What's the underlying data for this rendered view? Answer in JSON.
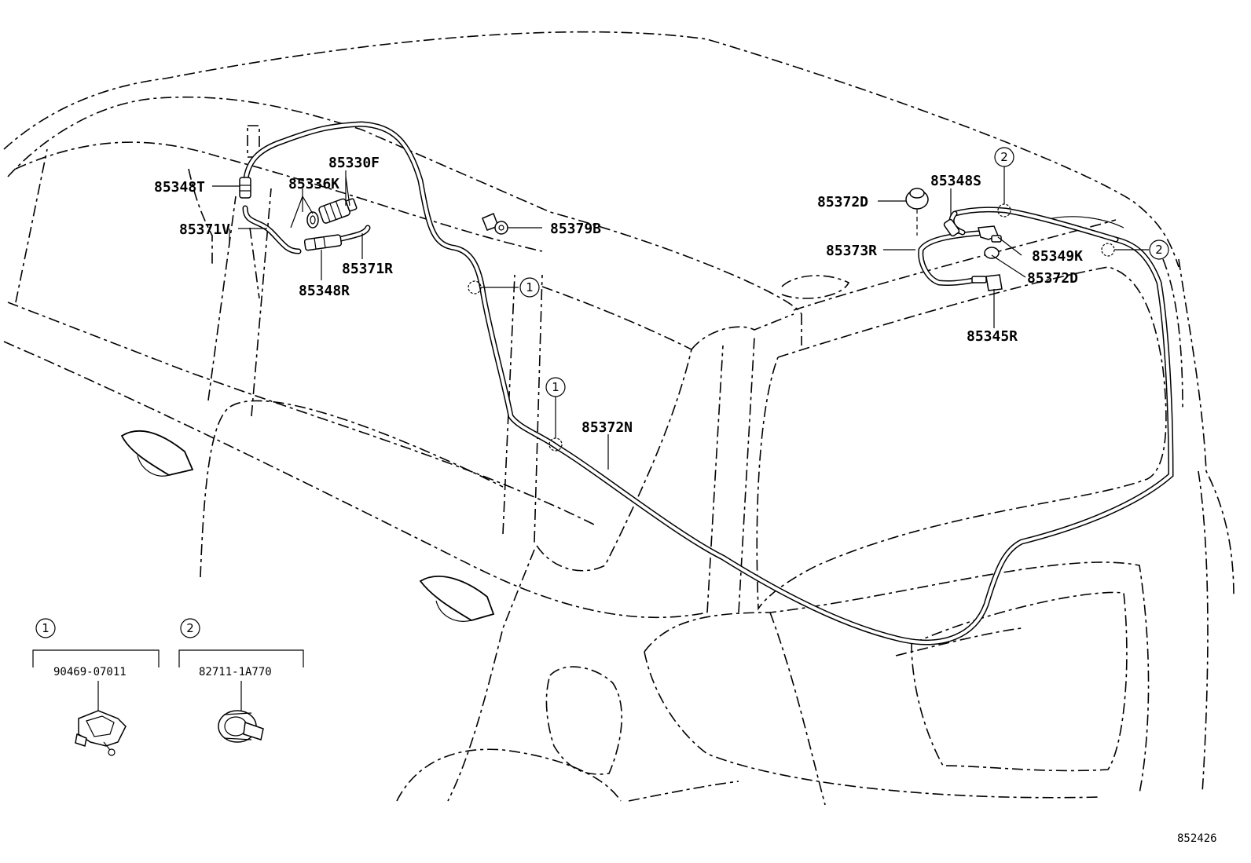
{
  "parts": {
    "p85330F": "85330F",
    "p85348T": "85348T",
    "p85336K": "85336K",
    "p85371V": "85371V",
    "p85371R": "85371R",
    "p85348R": "85348R",
    "p85379B": "85379B",
    "p85372N": "85372N",
    "p85348S": "85348S",
    "p85372D_a": "85372D",
    "p85373R": "85373R",
    "p85349K": "85349K",
    "p85372D_b": "85372D",
    "p85345R": "85345R"
  },
  "callouts": {
    "one": "1",
    "two": "2"
  },
  "legend": {
    "item1": {
      "marker": "1",
      "part": "90469-07011"
    },
    "item2": {
      "marker": "2",
      "part": "82711-1A770"
    }
  },
  "catalog_code": "852426"
}
